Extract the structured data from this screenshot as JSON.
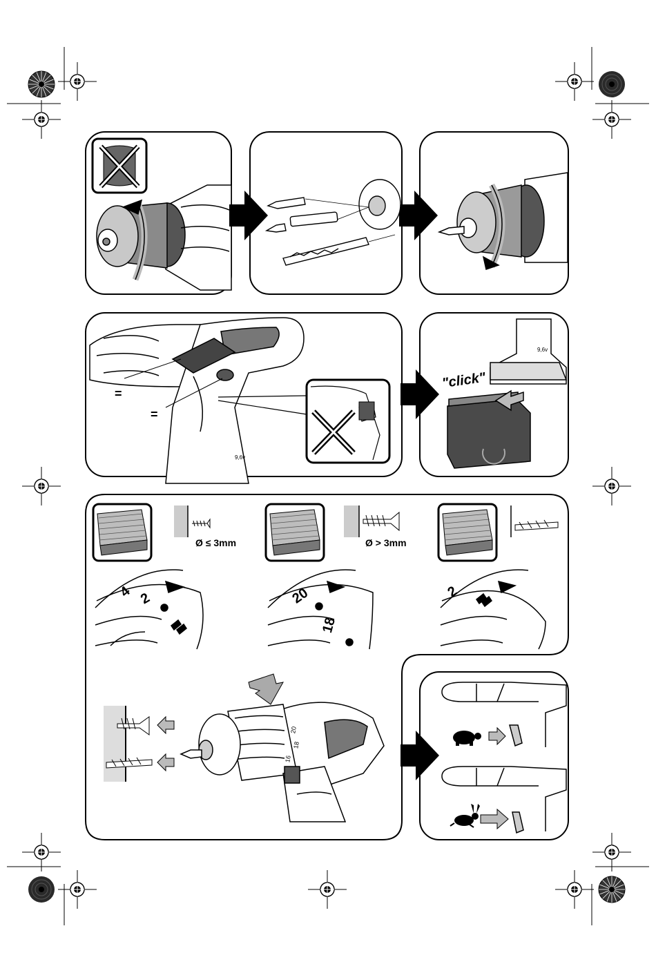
{
  "labels": {
    "screw_small": "Ø ≤ 3mm",
    "screw_large": "Ø > 3mm",
    "click": "\"click\"",
    "equals_1": "=",
    "equals_2": "=",
    "voltage_1": "9,6v",
    "voltage_2": "9,6v"
  },
  "dial_1": {
    "n1": "2",
    "n2": "4"
  },
  "dial_2": {
    "n1": "20",
    "n2": "18"
  },
  "dial_3": {
    "n1": "2"
  },
  "drill_clutch_scale": {
    "a": "20",
    "b": "18",
    "c": "16"
  },
  "icons": [
    "registration-mark-icon",
    "turtle-icon",
    "rabbit-icon",
    "screw-icon",
    "drill-bit-icon",
    "wood-block-icon",
    "arrow-right-icon",
    "arrow-left-icon"
  ],
  "colors": {
    "stroke": "#000000",
    "gray": "#9a9a9a",
    "light_gray": "#d6d6d6",
    "dark": "#4a4a4a"
  }
}
